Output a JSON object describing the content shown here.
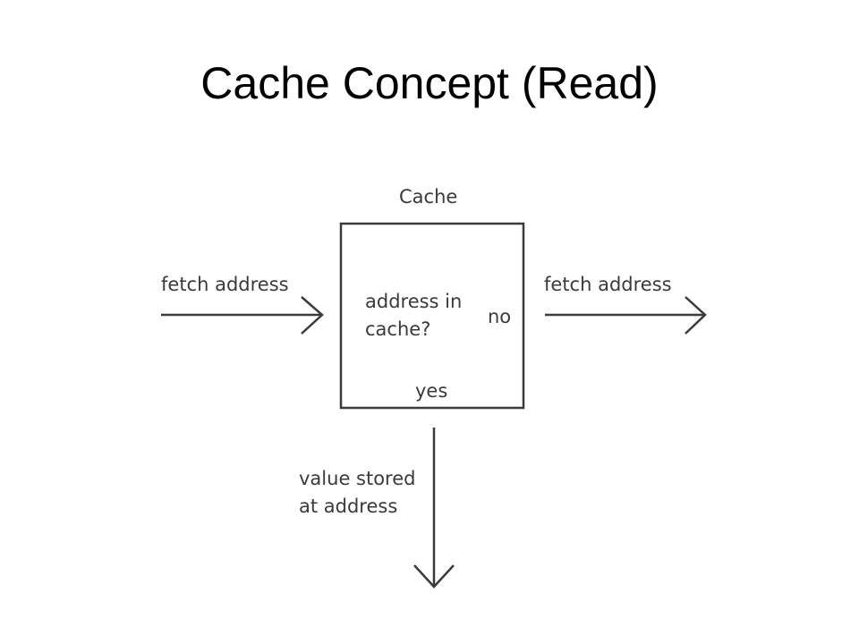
{
  "slide": {
    "title": "Cache Concept (Read)"
  },
  "diagram": {
    "box_label": "Cache",
    "input_label": "fetch address",
    "output_label": "fetch address",
    "question_line1": "address in",
    "question_line2": "cache?",
    "no_label": "no",
    "yes_label": "yes",
    "result_line1": "value stored",
    "result_line2": "at address",
    "stroke_color": "#3a3a3a"
  }
}
